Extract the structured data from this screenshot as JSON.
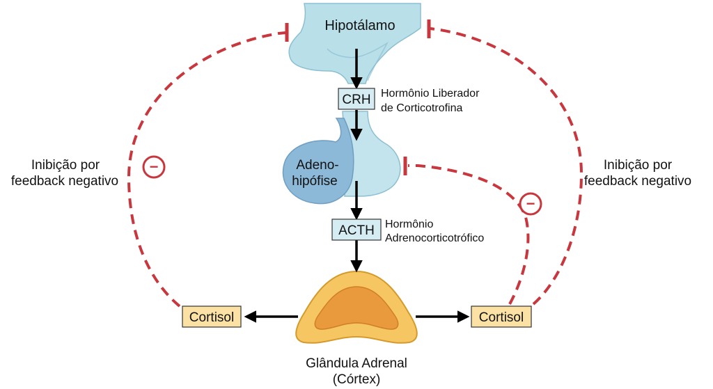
{
  "diagram": {
    "hypothalamus_label": "Hipotálamo",
    "crh_box": "CRH",
    "crh_description_line1": "Hormônio Liberador",
    "crh_description_line2": "de Corticotrofina",
    "pituitary_label_line1": "Adeno-",
    "pituitary_label_line2": "hipófise",
    "acth_box": "ACTH",
    "acth_description_line1": "Hormônio",
    "acth_description_line2": "Adrenocorticotrófico",
    "adrenal_label_line1": "Glândula Adrenal",
    "adrenal_label_line2": "(Córtex)",
    "cortisol_left": "Cortisol",
    "cortisol_right": "Cortisol",
    "feedback_left_line1": "Inibição por",
    "feedback_left_line2": "feedback negativo",
    "feedback_right_line1": "Inibição por",
    "feedback_right_line2": "feedback negativo",
    "minus_symbol": "−"
  },
  "colors": {
    "inhibition_dash": "#c8373d",
    "hypothalamus_fill": "#b9dfe9",
    "pituitary_anterior_fill": "#8db9d8",
    "pituitary_posterior_fill": "#c3e4ec",
    "hormone_box_fill": "#d6ecf3",
    "cortisol_box_fill": "#fbe2a4",
    "adrenal_outer_fill": "#f6c662",
    "adrenal_inner_fill": "#e99a3c",
    "arrow": "#000000"
  }
}
